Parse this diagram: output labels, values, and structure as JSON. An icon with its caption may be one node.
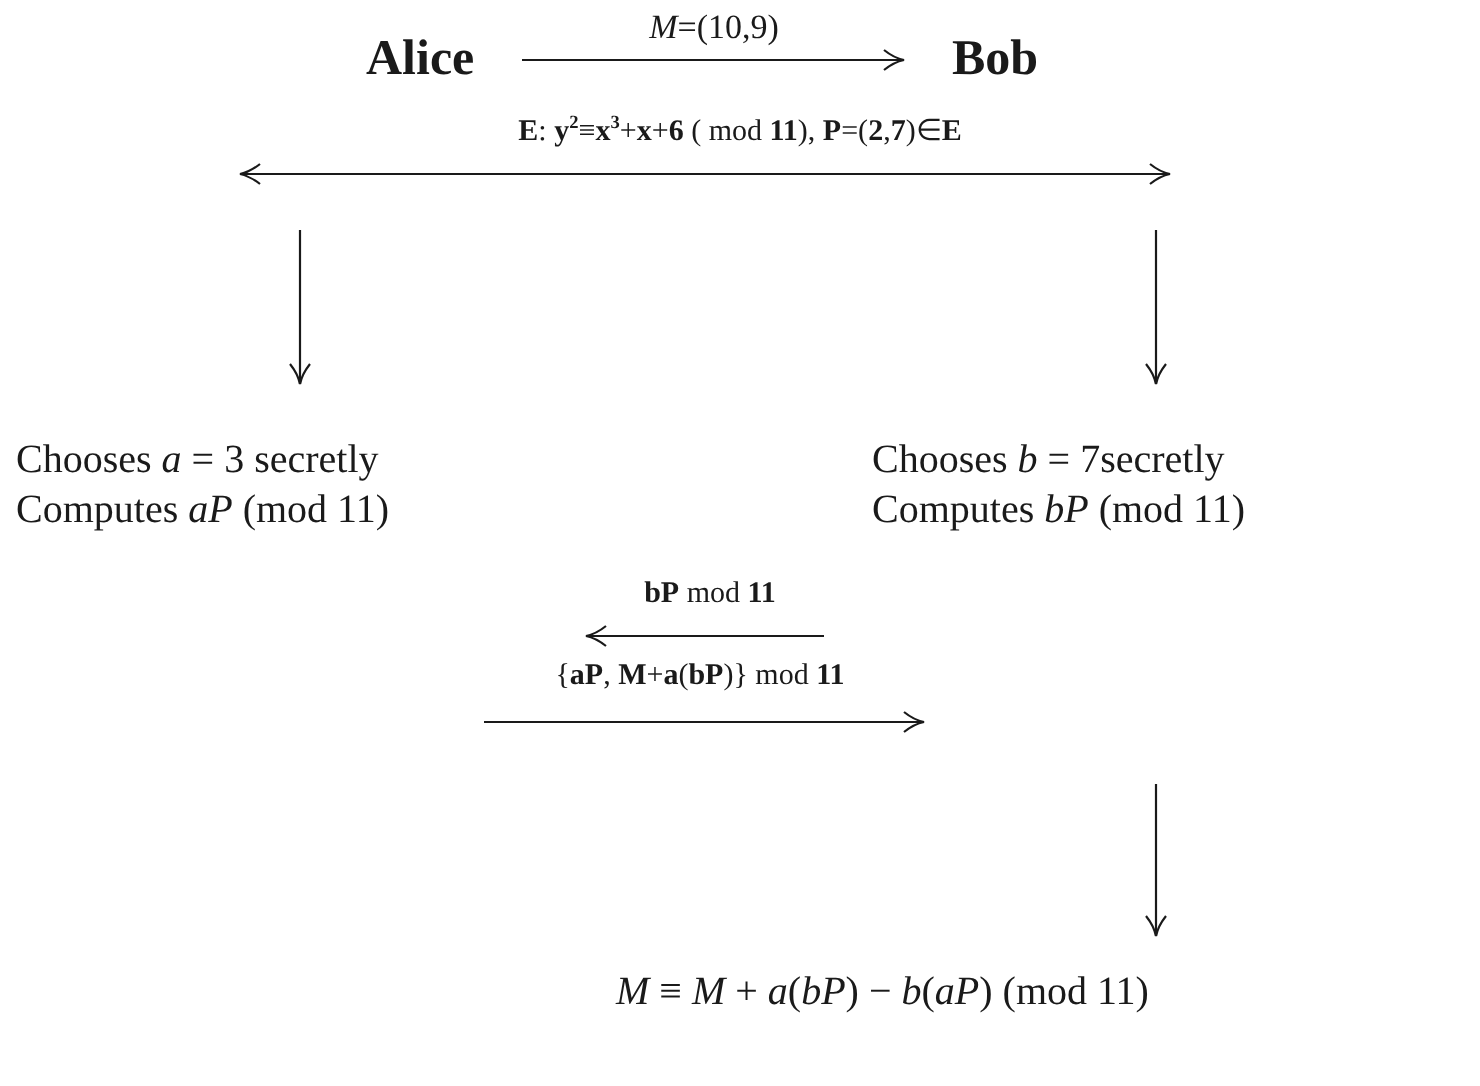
{
  "diagram": {
    "nodes": [
      {
        "text": [
          "Alice"
        ]
      },
      {
        "text": [
          "Bob"
        ]
      },
      {
        "text": [
          "Chooses *a* = 3 secretly",
          "Computes *aP* (mod 11)"
        ]
      },
      {
        "text": [
          "Chooses *b* = 7secretly",
          "Computes *bP* (mod 11)"
        ]
      },
      {
        "text": [
          "*M* ≡ *M* + *a*(*bP*) − *b*(*aP*) (mod 11)"
        ]
      }
    ],
    "edges": [
      {
        "from": 0,
        "to": 1,
        "arrow": "to",
        "label": "*M*=(10,9)"
      },
      {
        "from": null,
        "to": 2,
        "arrow": "to"
      },
      {
        "from": null,
        "to": 3,
        "arrow": "to"
      },
      {
        "from": null,
        "to": 4,
        "arrow": "to"
      }
    ],
    "labels": [
      "**E**: **y**$^{2}$≡**x**$^{3}$+**x**+**6**  ( mod  **11**), **P**=(**2**,**7**)∈**E**",
      "**bP** mod **11**",
      "{**aP**, **M**+**a**(**bP**)} mod **11**"
    ]
  }
}
